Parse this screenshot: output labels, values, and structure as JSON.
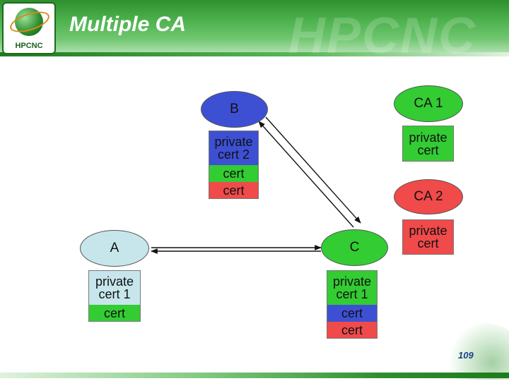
{
  "header": {
    "title": "Multiple CA",
    "logo_text": "HPCNC",
    "watermark": "HPCNC"
  },
  "nodes": {
    "b": {
      "label": "B",
      "certs": [
        "private cert 2",
        "cert",
        "cert"
      ]
    },
    "a": {
      "label": "A",
      "certs": [
        "private cert 1",
        "cert"
      ]
    },
    "c": {
      "label": "C",
      "certs": [
        "private cert 1",
        "cert",
        "cert"
      ]
    },
    "ca1": {
      "label": "CA 1",
      "certs": [
        "private cert"
      ]
    },
    "ca2": {
      "label": "CA 2",
      "certs": [
        "private cert"
      ]
    }
  },
  "footer": {
    "page_number": "109"
  },
  "colors": {
    "blue": "#3d50d4",
    "green": "#33cc33",
    "red": "#f04a4a",
    "light": "#c6e6ec",
    "header_green": "#3a9e3a"
  }
}
